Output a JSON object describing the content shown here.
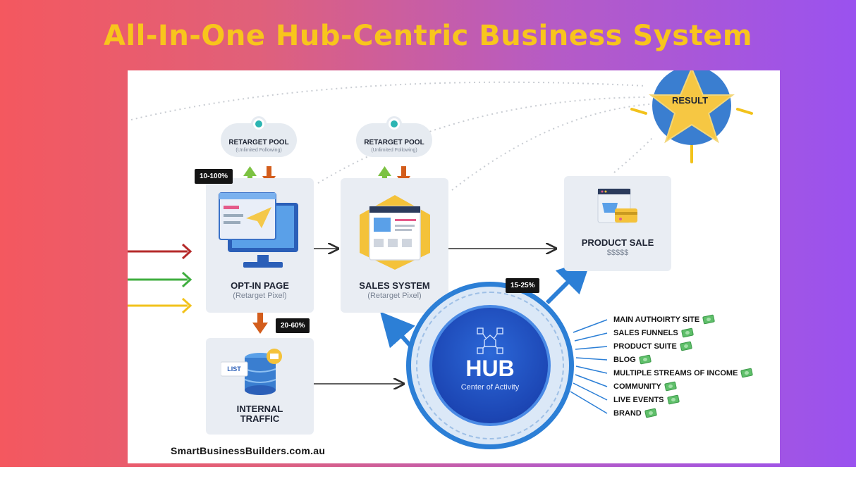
{
  "title": "All-In-One Hub-Centric Business System",
  "retarget_pools": [
    {
      "title": "RETARGET POOL",
      "subtitle": "(Unlimited Following)"
    },
    {
      "title": "RETARGET POOL",
      "subtitle": "(Unlimited Following)"
    }
  ],
  "optin": {
    "title": "OPT-IN PAGE",
    "subtitle": "(Retarget Pixel)",
    "rate": "10-100%"
  },
  "sales": {
    "title": "SALES SYSTEM",
    "subtitle": "(Retarget Pixel)"
  },
  "product": {
    "title": "PRODUCT SALE",
    "price": "$$$$$"
  },
  "internal": {
    "title_line1": "INTERNAL",
    "title_line2": "TRAFFIC",
    "list_label": "LIST",
    "rate": "20-60%"
  },
  "hub": {
    "title": "HUB",
    "subtitle": "Center of Activity",
    "rate": "15-25%"
  },
  "result": "RESULT",
  "hub_assets": [
    "MAIN AUTHOIRTY SITE",
    "SALES FUNNELS",
    "PRODUCT SUITE",
    "BLOG",
    "MULTIPLE STREAMS OF INCOME",
    "COMMUNITY",
    "LIVE EVENTS",
    "BRAND"
  ],
  "footer_url": "SmartBusinessBuilders.com.au",
  "colors": {
    "title": "#f8c51c",
    "hub_blue": "#1c46b4",
    "arrow_red": "#b52a2a",
    "arrow_green": "#3fae3f",
    "arrow_yellow": "#f2c21b",
    "arrow_up": "#7cc242",
    "arrow_down": "#d35d1c"
  }
}
